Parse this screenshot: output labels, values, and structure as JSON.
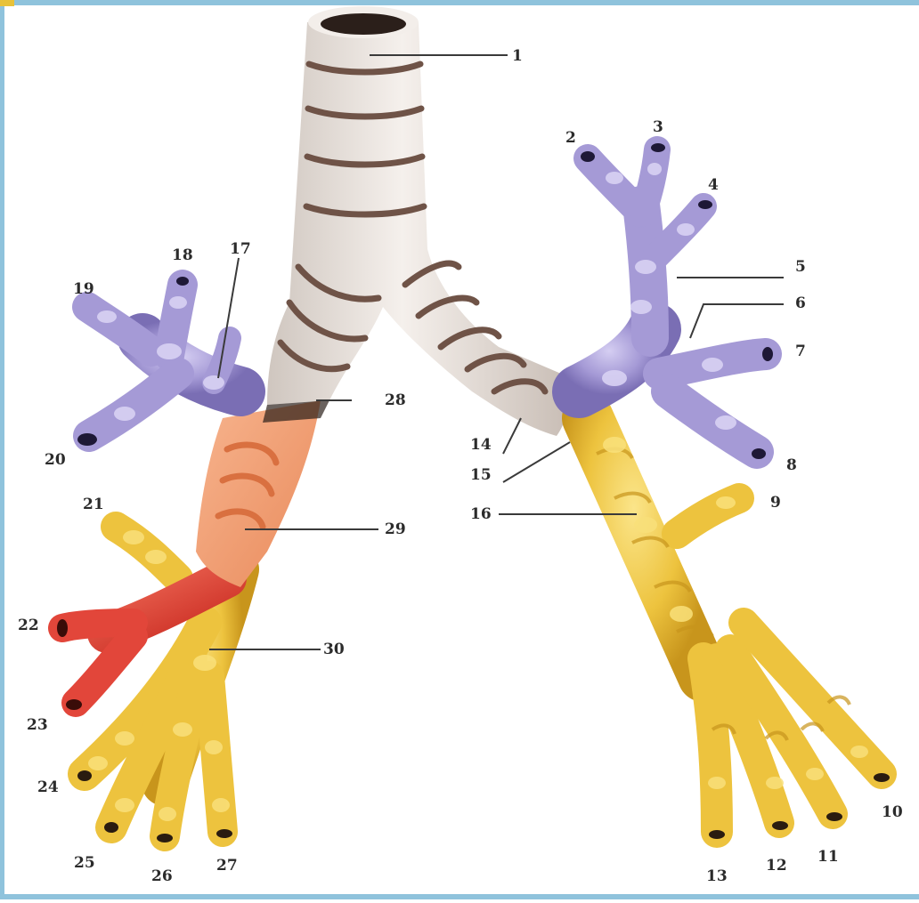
{
  "colors": {
    "frame": "#8fc3dc",
    "trachea": "#ebe4de",
    "trachea_ring": "#6f5347",
    "upper_lobe": "#a59ad6",
    "middle_lobe": "#f39c70",
    "lingula_red": "#e2463a",
    "lower_lobe": "#edc33e",
    "leader": "#3a3a3a"
  },
  "labels": {
    "l1": "1",
    "l2": "2",
    "l3": "3",
    "l4": "4",
    "l5": "5",
    "l6": "6",
    "l7": "7",
    "l8": "8",
    "l9": "9",
    "l10": "10",
    "l11": "11",
    "l12": "12",
    "l13": "13",
    "l14": "14",
    "l15": "15",
    "l16": "16",
    "l17": "17",
    "l18": "18",
    "l19": "19",
    "l20": "20",
    "l21": "21",
    "l22": "22",
    "l23": "23",
    "l24": "24",
    "l25": "25",
    "l26": "26",
    "l27": "27",
    "l28": "28",
    "l29": "29",
    "l30": "30"
  }
}
